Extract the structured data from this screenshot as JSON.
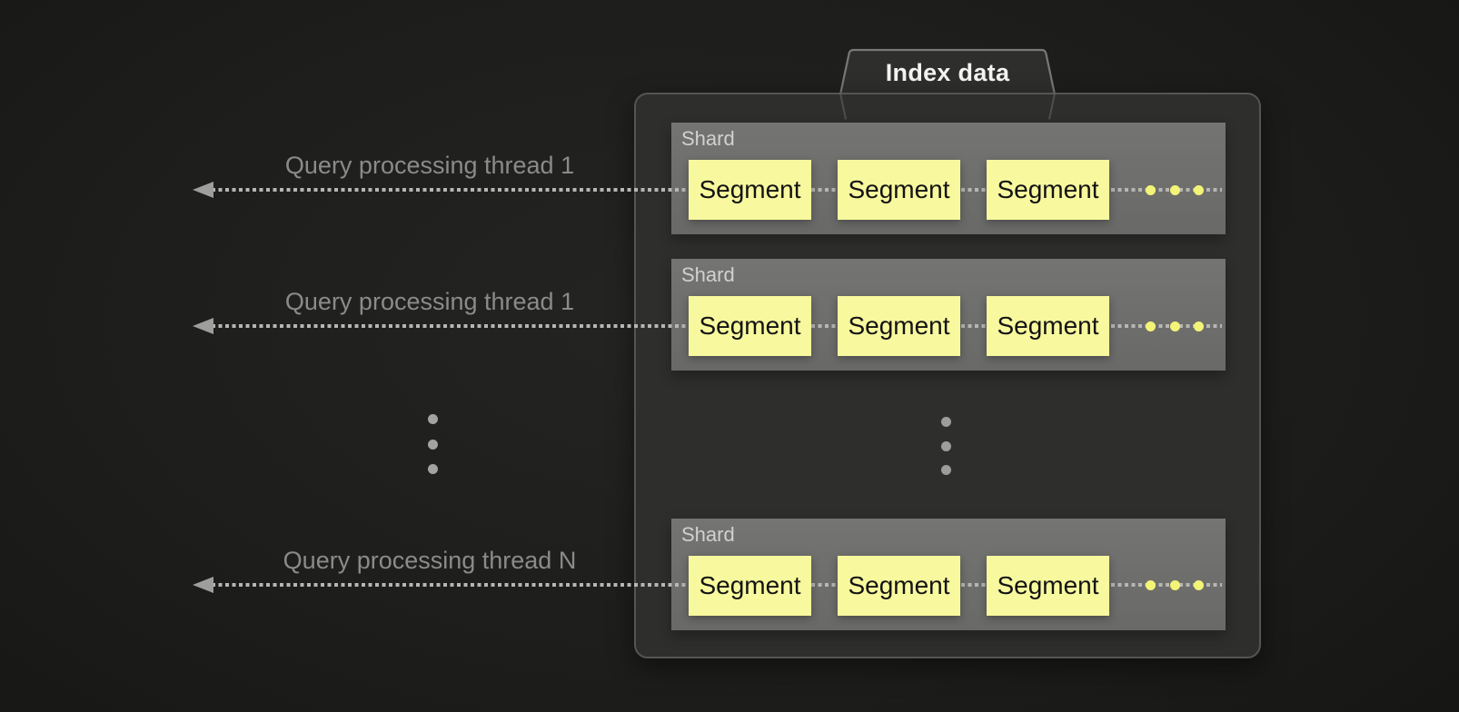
{
  "diagram": {
    "tab": {
      "label": "Index data"
    },
    "labels": {
      "shard": "Shard",
      "segment": "Segment"
    },
    "arrows": [
      {
        "label": "Query processing thread 1"
      },
      {
        "label": "Query processing thread 1"
      },
      {
        "label": "Query processing thread N"
      }
    ],
    "colors": {
      "background": "#1d1d1b",
      "container_fill": "#2e2e2c",
      "container_border": "#555553",
      "tab_border": "#787876",
      "tab_text": "#f4f4f2",
      "shard_fill": "#6e6e6c",
      "shard_label_text": "#d1d1cf",
      "segment_fill": "#f8f89e",
      "segment_text": "#131313",
      "segment_ellipsis_yellow": "#f3f377",
      "arrow_gray": "#b6b6b4",
      "arrowhead_gray": "#9e9e9c",
      "thread_label_text": "#8b8b89",
      "vertical_dots_gray": "#a3a3a1"
    }
  }
}
